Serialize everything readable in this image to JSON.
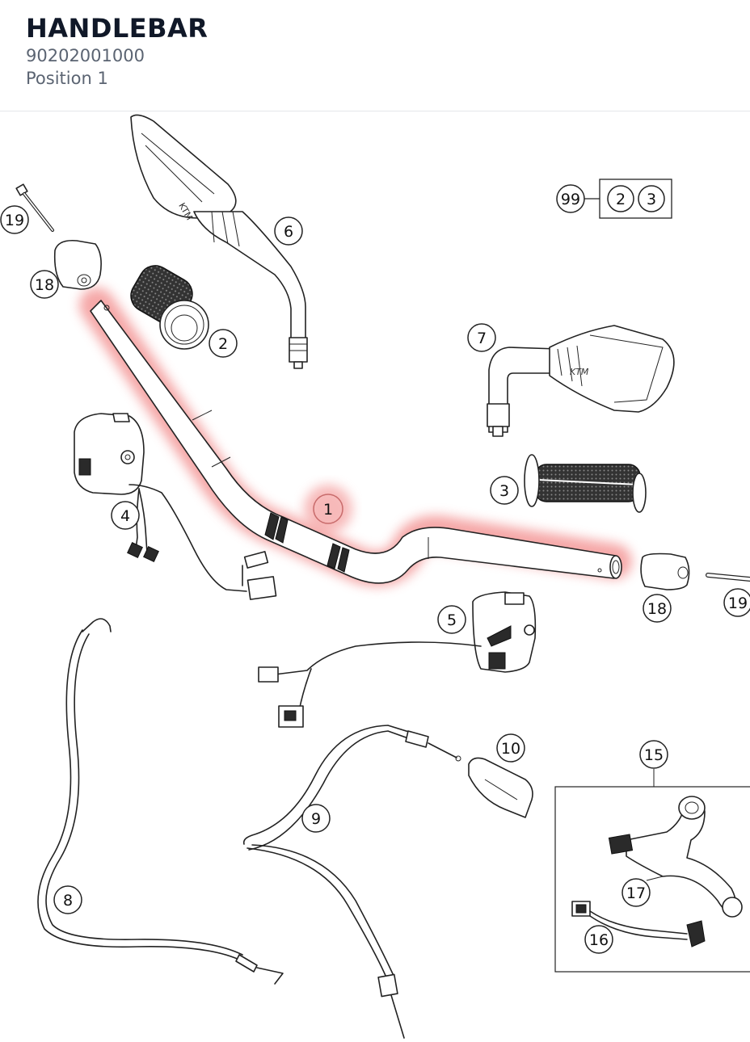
{
  "header": {
    "title": "HANDLEBAR",
    "part_number": "90202001000",
    "position": "Position 1"
  },
  "highlight_color": "#f28b8b",
  "callouts": {
    "c1": "1",
    "c2": "2",
    "c3": "3",
    "c4": "4",
    "c5": "5",
    "c6": "6",
    "c7": "7",
    "c8": "8",
    "c9": "9",
    "c10": "10",
    "c15": "15",
    "c16": "16",
    "c17": "17",
    "c18a": "18",
    "c18b": "18",
    "c19a": "19",
    "c19b": "19",
    "c99": "99",
    "c99_2": "2",
    "c99_3": "3"
  }
}
